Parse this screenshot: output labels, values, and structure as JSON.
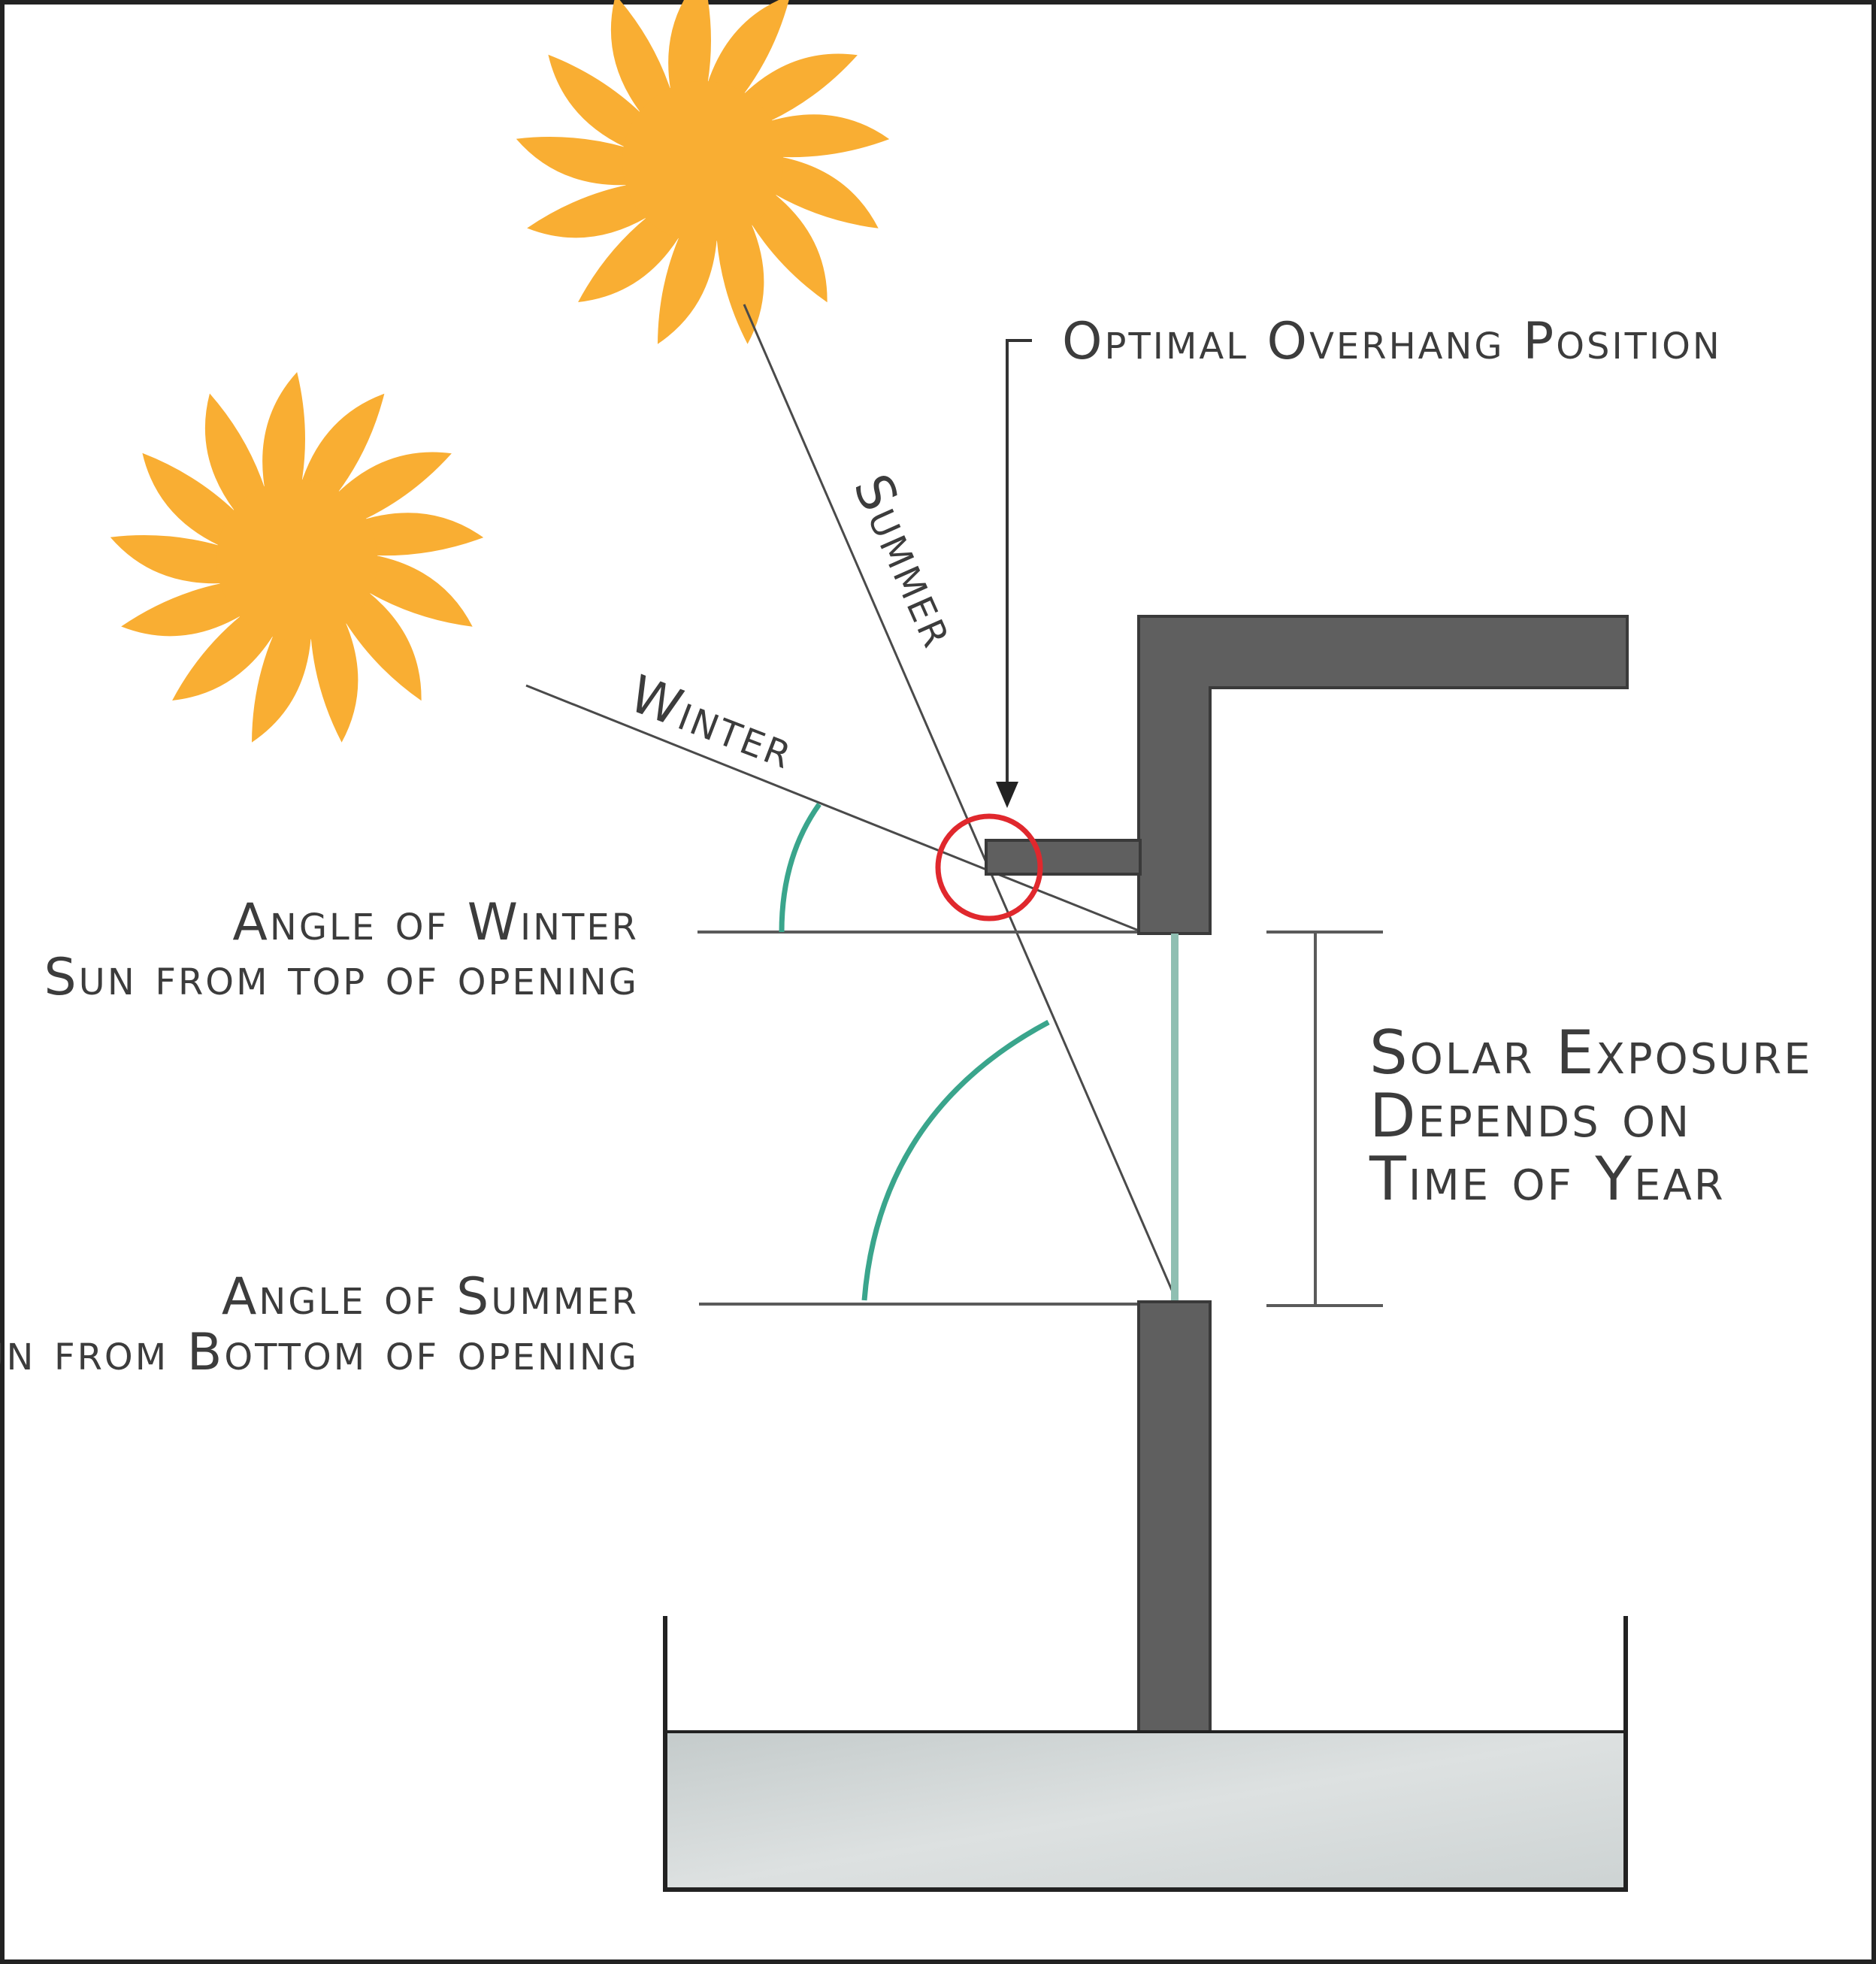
{
  "colors": {
    "sun": "#f9ae33",
    "wall": "#5f5f5f",
    "line": "#4a4a4a",
    "angle_arc": "#3aa58c",
    "glass": "#8fbfb2",
    "highlight_circle": "#e0282d",
    "ground_fill": "#d6dbdb",
    "text": "#3c3c3c",
    "frame": "#222222"
  },
  "icons": [
    "summer-sun-icon",
    "winter-sun-icon"
  ],
  "labels": {
    "summer_ray": "Summer",
    "winter_ray": "Winter",
    "optimal_overhang": "Optimal Overhang Position",
    "winter_angle_line1": "Angle of Winter",
    "winter_angle_line2": "Sun from top of opening",
    "summer_angle_line1": "Angle of Summer",
    "summer_angle_line2": "Sun from Bottom of opening",
    "exposure_line1": "Solar Exposure",
    "exposure_line2": "Depends on",
    "exposure_line3": "Time of Year"
  }
}
